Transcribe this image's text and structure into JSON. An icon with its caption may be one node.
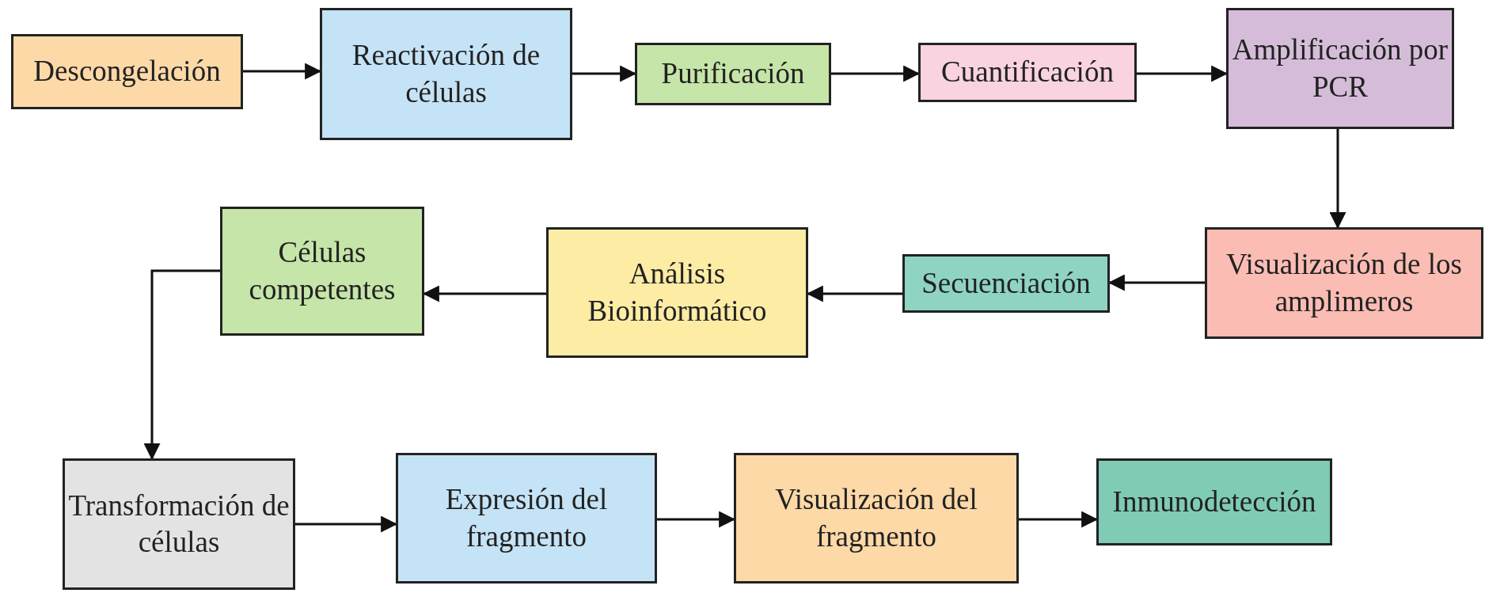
{
  "diagram": {
    "nodes": [
      {
        "text": [
          "Descongelación"
        ]
      },
      {
        "text": [
          "Reactivación de células"
        ]
      },
      {
        "text": [
          "Purificación"
        ]
      },
      {
        "text": [
          "Cuantificación"
        ]
      },
      {
        "text": [
          "Amplificación por PCR"
        ]
      },
      {
        "text": [
          "Visualización de los amplimeros"
        ]
      },
      {
        "text": [
          "Secuenciación"
        ]
      },
      {
        "text": [
          "Análisis Bioinformático"
        ]
      },
      {
        "text": [
          "Células competentes"
        ]
      },
      {
        "text": [
          "Transformación de células"
        ]
      },
      {
        "text": [
          "Expresión del fragmento"
        ]
      },
      {
        "text": [
          "Visualización del fragmento"
        ]
      },
      {
        "text": [
          "Inmunodetección"
        ]
      }
    ],
    "edges": [
      {
        "from": 0,
        "to": 1,
        "arrow": "to"
      },
      {
        "from": 1,
        "to": 2,
        "arrow": "to"
      },
      {
        "from": 2,
        "to": 3,
        "arrow": "to"
      },
      {
        "from": 3,
        "to": 4,
        "arrow": "to"
      },
      {
        "from": 4,
        "to": 5,
        "arrow": "to"
      },
      {
        "from": 5,
        "to": 6,
        "arrow": "to"
      },
      {
        "from": 6,
        "to": 7,
        "arrow": "to"
      },
      {
        "from": 7,
        "to": 8,
        "arrow": "to"
      },
      {
        "from": 8,
        "to": 9,
        "arrow": "to"
      },
      {
        "from": 9,
        "to": 10,
        "arrow": "to"
      },
      {
        "from": 10,
        "to": 11,
        "arrow": "to"
      },
      {
        "from": 11,
        "to": 12,
        "arrow": "to"
      }
    ]
  }
}
